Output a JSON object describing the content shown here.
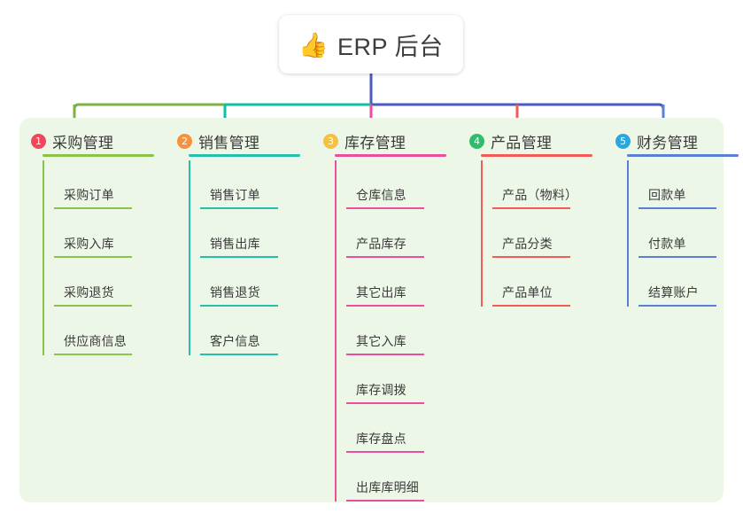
{
  "root": {
    "icon": "thumbs-up-icon",
    "emoji": "👍",
    "title": "ERP 后台"
  },
  "theme": {
    "panel_bg": "#edf7e7",
    "page_bg": "#ffffff",
    "text": "#3a3a3a",
    "root_stem": "#4a5bc4"
  },
  "connector_segments": [
    {
      "name": "segment-green",
      "color": "#7cb342"
    },
    {
      "name": "segment-teal",
      "color": "#11bfa3"
    },
    {
      "name": "segment-purple",
      "color": "#4a5bc4"
    }
  ],
  "columns": [
    {
      "index": "1",
      "title": "采购管理",
      "badge_color": "#f0475a",
      "line_color": "#8bc34a",
      "items": [
        "采购订单",
        "采购入库",
        "采购退货",
        "供应商信息"
      ]
    },
    {
      "index": "2",
      "title": "销售管理",
      "badge_color": "#f5923e",
      "line_color": "#25c0ac",
      "items": [
        "销售订单",
        "销售出库",
        "销售退货",
        "客户信息"
      ]
    },
    {
      "index": "3",
      "title": "库存管理",
      "badge_color": "#f5c13e",
      "line_color": "#ea4f9e",
      "items": [
        "仓库信息",
        "产品库存",
        "其它出库",
        "其它入库",
        "库存调拨",
        "库存盘点",
        "出库库明细"
      ]
    },
    {
      "index": "4",
      "title": "产品管理",
      "badge_color": "#2ebd6b",
      "line_color": "#f25c54",
      "items": [
        "产品（物料）",
        "产品分类",
        "产品单位"
      ]
    },
    {
      "index": "5",
      "title": "财务管理",
      "badge_color": "#29a8e0",
      "line_color": "#5b7fd4",
      "items": [
        "回款单",
        "付款单",
        "结算账户"
      ]
    }
  ]
}
